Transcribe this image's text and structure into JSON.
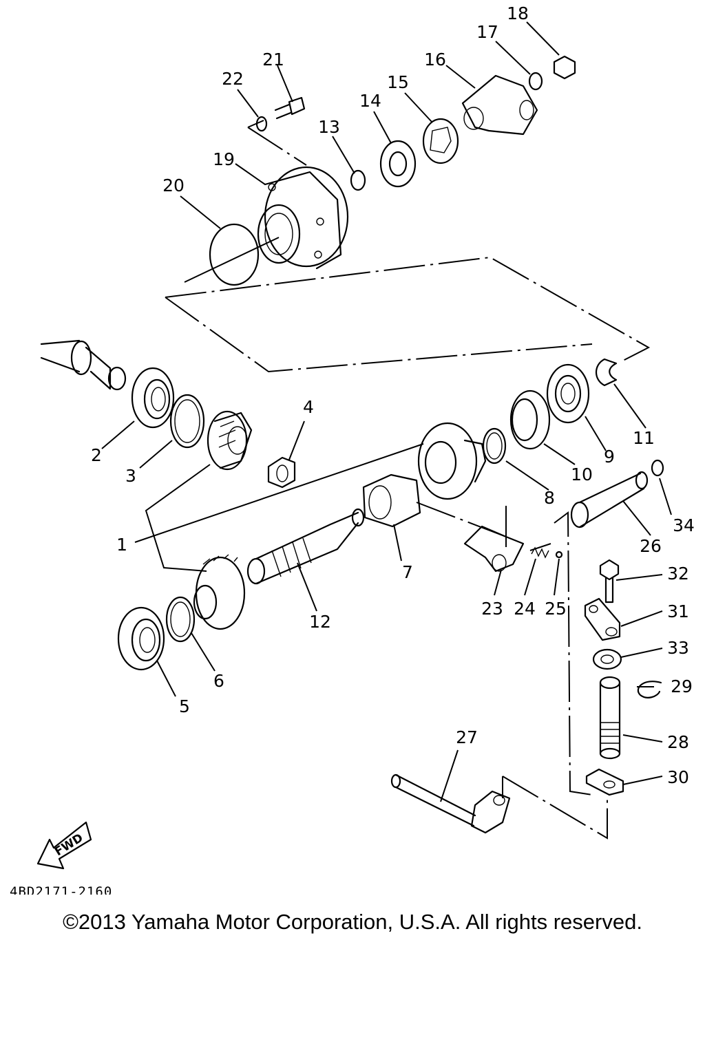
{
  "diagram": {
    "callouts": [
      "1",
      "2",
      "3",
      "4",
      "5",
      "6",
      "7",
      "8",
      "9",
      "10",
      "11",
      "12",
      "13",
      "14",
      "15",
      "16",
      "17",
      "18",
      "19",
      "20",
      "21",
      "22",
      "23",
      "24",
      "25",
      "26",
      "27",
      "28",
      "29",
      "30",
      "31",
      "32",
      "33",
      "34"
    ],
    "fwd_label": "FWD",
    "drawing_code": "4BD2171-2160"
  },
  "footer": {
    "copyright": "©2013 Yamaha Motor Corporation, U.S.A. All rights reserved."
  }
}
